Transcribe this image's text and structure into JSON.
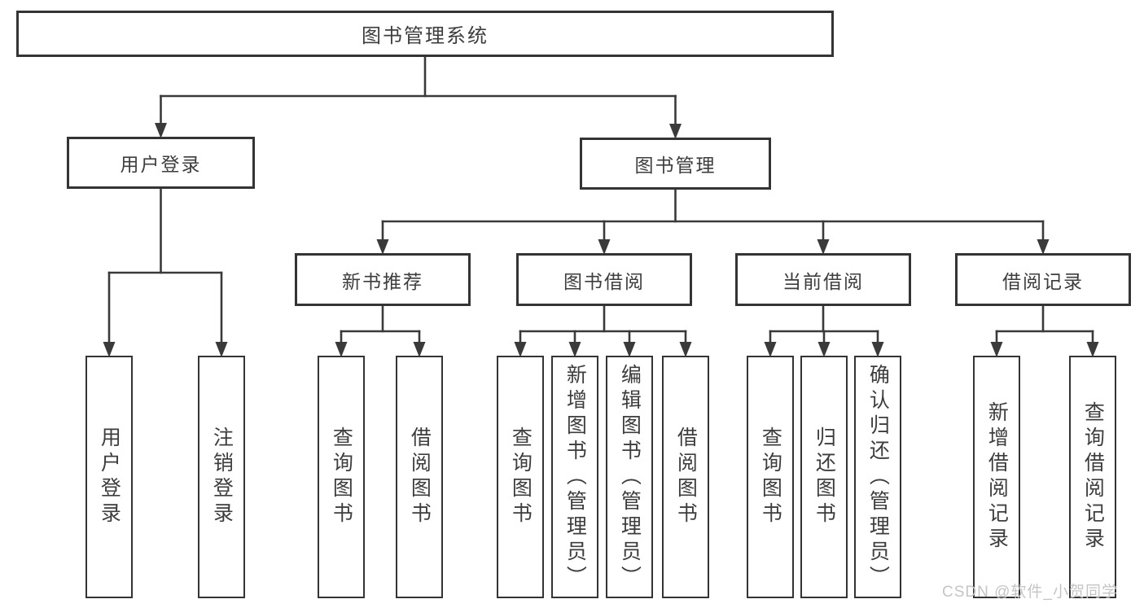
{
  "diagram": {
    "type": "tree-structure-chart",
    "watermark": "CSDN @软件_小贺同学",
    "colors": {
      "line": "#3a3a3a",
      "box_border": "#343434",
      "text": "#3d3d3d",
      "background": "#ffffff",
      "watermark": "#c5c5c5"
    },
    "nodes": [
      {
        "id": "root",
        "label": "图书管理系统"
      },
      {
        "id": "user-login",
        "label": "用户登录"
      },
      {
        "id": "book-management",
        "label": "图书管理"
      },
      {
        "id": "new-book-recommend",
        "label": "新书推荐"
      },
      {
        "id": "book-borrow",
        "label": "图书借阅"
      },
      {
        "id": "current-borrow",
        "label": "当前借阅"
      },
      {
        "id": "borrow-records",
        "label": "借阅记录"
      },
      {
        "id": "leaf-user-login",
        "label": "用户登录"
      },
      {
        "id": "leaf-logout",
        "label": "注销登录"
      },
      {
        "id": "nb-query-books",
        "label": "查询图书"
      },
      {
        "id": "nb-borrow-books",
        "label": "借阅图书"
      },
      {
        "id": "bb-query-books",
        "label": "查询图书"
      },
      {
        "id": "bb-add-books",
        "label": "新增图书（管理员）"
      },
      {
        "id": "bb-edit-books",
        "label": "编辑图书（管理员）"
      },
      {
        "id": "bb-borrow-books",
        "label": "借阅图书"
      },
      {
        "id": "cb-query-books",
        "label": "查询图书"
      },
      {
        "id": "cb-return-books",
        "label": "归还图书"
      },
      {
        "id": "cb-confirm-return",
        "label": "确认归还（管理员）"
      },
      {
        "id": "br-add-record",
        "label": "新增借阅记录"
      },
      {
        "id": "br-query-record",
        "label": "查询借阅记录"
      }
    ],
    "edges": [
      {
        "from": "root",
        "to": [
          "user-login",
          "book-management"
        ]
      },
      {
        "from": "user-login",
        "to": [
          "leaf-user-login",
          "leaf-logout"
        ]
      },
      {
        "from": "book-management",
        "to": [
          "new-book-recommend",
          "book-borrow",
          "current-borrow",
          "borrow-records"
        ]
      },
      {
        "from": "new-book-recommend",
        "to": [
          "nb-query-books",
          "nb-borrow-books"
        ]
      },
      {
        "from": "book-borrow",
        "to": [
          "bb-query-books",
          "bb-add-books",
          "bb-edit-books",
          "bb-borrow-books"
        ]
      },
      {
        "from": "current-borrow",
        "to": [
          "cb-query-books",
          "cb-return-books",
          "cb-confirm-return"
        ]
      },
      {
        "from": "borrow-records",
        "to": [
          "br-add-record",
          "br-query-record"
        ]
      }
    ]
  }
}
